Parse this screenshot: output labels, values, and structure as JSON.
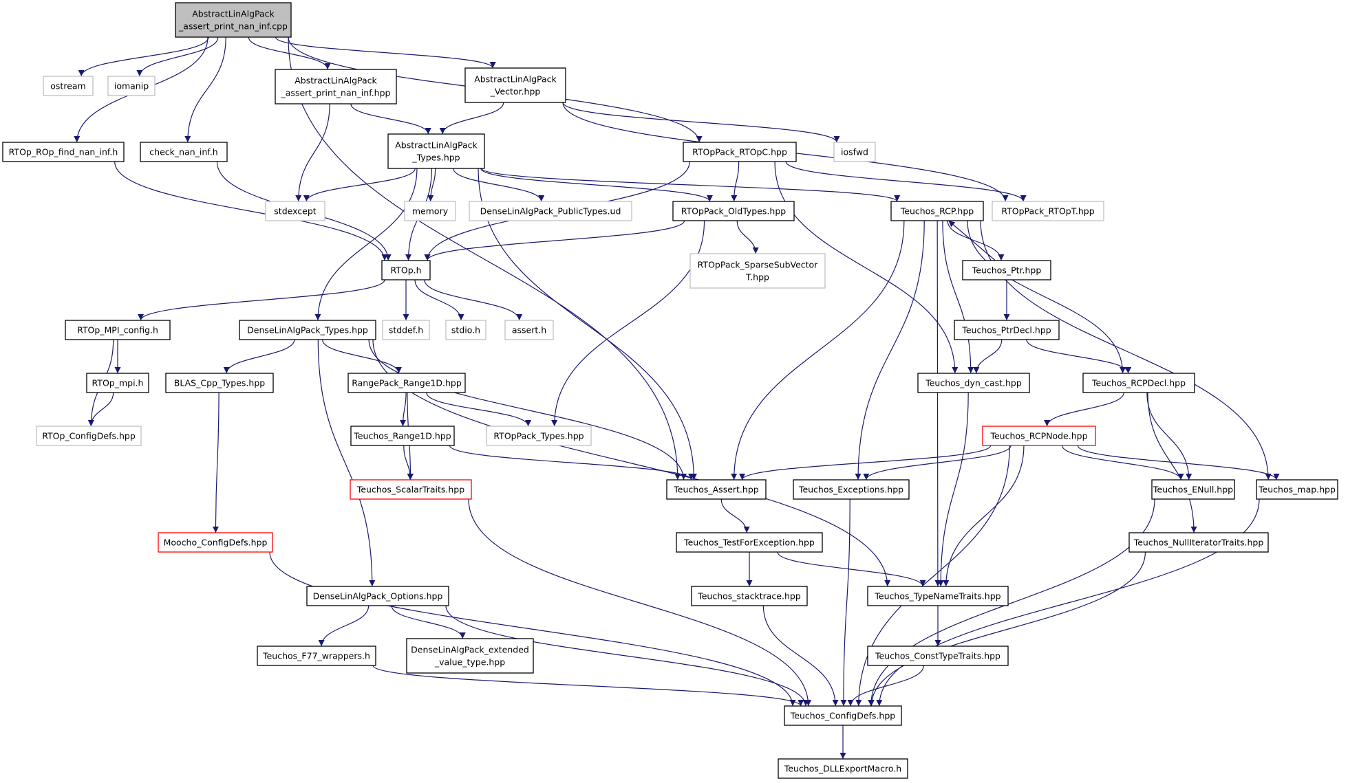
{
  "colors": {
    "edge": "#191970",
    "default_border": "#000000",
    "external_border": "#bfbfbf",
    "incomplete_border": "#ff0000",
    "root_fill": "#bfbfbf",
    "node_fill": "#ffffff"
  },
  "nodes": [
    {
      "id": "root",
      "lines": [
        "AbstractLinAlgPack",
        "_assert_print_nan_inf.cpp"
      ],
      "kind": "root"
    },
    {
      "id": "ostream",
      "lines": [
        "ostream"
      ],
      "kind": "external"
    },
    {
      "id": "iomanip",
      "lines": [
        "iomanip"
      ],
      "kind": "external"
    },
    {
      "id": "alap_assert_hpp",
      "lines": [
        "AbstractLinAlgPack",
        "_assert_print_nan_inf.hpp"
      ],
      "kind": "default"
    },
    {
      "id": "alap_vector",
      "lines": [
        "AbstractLinAlgPack",
        "_Vector.hpp"
      ],
      "kind": "default"
    },
    {
      "id": "rtop_find_nan_inf",
      "lines": [
        "RTOp_ROp_find_nan_inf.h"
      ],
      "kind": "default"
    },
    {
      "id": "check_nan_inf",
      "lines": [
        "check_nan_inf.h"
      ],
      "kind": "default"
    },
    {
      "id": "alap_types",
      "lines": [
        "AbstractLinAlgPack",
        "_Types.hpp"
      ],
      "kind": "default"
    },
    {
      "id": "rtoppack_rtopc",
      "lines": [
        "RTOpPack_RTOpC.hpp"
      ],
      "kind": "default"
    },
    {
      "id": "iosfwd",
      "lines": [
        "iosfwd"
      ],
      "kind": "external"
    },
    {
      "id": "stdexcept",
      "lines": [
        "stdexcept"
      ],
      "kind": "external"
    },
    {
      "id": "memory",
      "lines": [
        "memory"
      ],
      "kind": "external"
    },
    {
      "id": "dlap_publictypes",
      "lines": [
        "DenseLinAlgPack_PublicTypes.ud"
      ],
      "kind": "external"
    },
    {
      "id": "rtoppack_oldtypes",
      "lines": [
        "RTOpPack_OldTypes.hpp"
      ],
      "kind": "default"
    },
    {
      "id": "teuchos_rcp",
      "lines": [
        "Teuchos_RCP.hpp"
      ],
      "kind": "default"
    },
    {
      "id": "rtoppack_rtopt",
      "lines": [
        "RTOpPack_RTOpT.hpp"
      ],
      "kind": "external"
    },
    {
      "id": "rtop_h",
      "lines": [
        "RTOp.h"
      ],
      "kind": "default"
    },
    {
      "id": "rtoppack_sparse",
      "lines": [
        "RTOpPack_SparseSubVector",
        "T.hpp"
      ],
      "kind": "external"
    },
    {
      "id": "teuchos_ptr",
      "lines": [
        "Teuchos_Ptr.hpp"
      ],
      "kind": "default"
    },
    {
      "id": "rtop_mpi_config",
      "lines": [
        "RTOp_MPI_config.h"
      ],
      "kind": "default"
    },
    {
      "id": "dlap_types",
      "lines": [
        "DenseLinAlgPack_Types.hpp"
      ],
      "kind": "default"
    },
    {
      "id": "stddef",
      "lines": [
        "stddef.h"
      ],
      "kind": "external"
    },
    {
      "id": "stdio",
      "lines": [
        "stdio.h"
      ],
      "kind": "external"
    },
    {
      "id": "assert_h",
      "lines": [
        "assert.h"
      ],
      "kind": "external"
    },
    {
      "id": "teuchos_ptrdecl",
      "lines": [
        "Teuchos_PtrDecl.hpp"
      ],
      "kind": "default"
    },
    {
      "id": "rtop_mpi",
      "lines": [
        "RTOp_mpi.h"
      ],
      "kind": "default"
    },
    {
      "id": "blas_cpp_types",
      "lines": [
        "BLAS_Cpp_Types.hpp"
      ],
      "kind": "default"
    },
    {
      "id": "rangepack_range1d",
      "lines": [
        "RangePack_Range1D.hpp"
      ],
      "kind": "default"
    },
    {
      "id": "teuchos_dyn_cast",
      "lines": [
        "Teuchos_dyn_cast.hpp"
      ],
      "kind": "default"
    },
    {
      "id": "teuchos_rcpdecl",
      "lines": [
        "Teuchos_RCPDecl.hpp"
      ],
      "kind": "default"
    },
    {
      "id": "rtop_configdefs",
      "lines": [
        "RTOp_ConfigDefs.hpp"
      ],
      "kind": "external"
    },
    {
      "id": "teuchos_range1d",
      "lines": [
        "Teuchos_Range1D.hpp"
      ],
      "kind": "default"
    },
    {
      "id": "rtoppack_types",
      "lines": [
        "RTOpPack_Types.hpp"
      ],
      "kind": "external"
    },
    {
      "id": "teuchos_rcpnode",
      "lines": [
        "Teuchos_RCPNode.hpp"
      ],
      "kind": "incomplete"
    },
    {
      "id": "teuchos_scalartraits",
      "lines": [
        "Teuchos_ScalarTraits.hpp"
      ],
      "kind": "incomplete"
    },
    {
      "id": "teuchos_assert",
      "lines": [
        "Teuchos_Assert.hpp"
      ],
      "kind": "default"
    },
    {
      "id": "teuchos_exceptions",
      "lines": [
        "Teuchos_Exceptions.hpp"
      ],
      "kind": "default"
    },
    {
      "id": "teuchos_enull",
      "lines": [
        "Teuchos_ENull.hpp"
      ],
      "kind": "default"
    },
    {
      "id": "teuchos_map",
      "lines": [
        "Teuchos_map.hpp"
      ],
      "kind": "default"
    },
    {
      "id": "moocho_configdefs",
      "lines": [
        "Moocho_ConfigDefs.hpp"
      ],
      "kind": "incomplete"
    },
    {
      "id": "teuchos_testforexception",
      "lines": [
        "Teuchos_TestForException.hpp"
      ],
      "kind": "default"
    },
    {
      "id": "teuchos_nulliteratortraits",
      "lines": [
        "Teuchos_NullIteratorTraits.hpp"
      ],
      "kind": "default"
    },
    {
      "id": "dlap_options",
      "lines": [
        "DenseLinAlgPack_Options.hpp"
      ],
      "kind": "default"
    },
    {
      "id": "teuchos_stacktrace",
      "lines": [
        "Teuchos_stacktrace.hpp"
      ],
      "kind": "default"
    },
    {
      "id": "teuchos_typenametraits",
      "lines": [
        "Teuchos_TypeNameTraits.hpp"
      ],
      "kind": "default"
    },
    {
      "id": "teuchos_f77_wrappers",
      "lines": [
        "Teuchos_F77_wrappers.h"
      ],
      "kind": "default"
    },
    {
      "id": "dlap_extended_value_type",
      "lines": [
        "DenseLinAlgPack_extended",
        "_value_type.hpp"
      ],
      "kind": "default"
    },
    {
      "id": "teuchos_consttypetraits",
      "lines": [
        "Teuchos_ConstTypeTraits.hpp"
      ],
      "kind": "default"
    },
    {
      "id": "teuchos_configdefs",
      "lines": [
        "Teuchos_ConfigDefs.hpp"
      ],
      "kind": "default"
    },
    {
      "id": "teuchos_dllexportmacro",
      "lines": [
        "Teuchos_DLLExportMacro.h"
      ],
      "kind": "default"
    }
  ],
  "edges": [
    [
      "root",
      "ostream"
    ],
    [
      "root",
      "iomanip"
    ],
    [
      "root",
      "alap_assert_hpp"
    ],
    [
      "root",
      "alap_vector"
    ],
    [
      "root",
      "rtop_find_nan_inf"
    ],
    [
      "root",
      "check_nan_inf"
    ],
    [
      "root",
      "teuchos_assert"
    ],
    [
      "root",
      "rtoppack_rtopc"
    ],
    [
      "alap_assert_hpp",
      "stdexcept"
    ],
    [
      "alap_assert_hpp",
      "alap_types"
    ],
    [
      "alap_vector",
      "alap_types"
    ],
    [
      "alap_vector",
      "iosfwd"
    ],
    [
      "alap_vector",
      "rtoppack_rtopt"
    ],
    [
      "rtop_find_nan_inf",
      "rtop_h"
    ],
    [
      "check_nan_inf",
      "rtop_h"
    ],
    [
      "alap_types",
      "stdexcept"
    ],
    [
      "alap_types",
      "memory"
    ],
    [
      "alap_types",
      "dlap_publictypes"
    ],
    [
      "alap_types",
      "rtoppack_oldtypes"
    ],
    [
      "alap_types",
      "teuchos_rcp"
    ],
    [
      "alap_types",
      "rtop_h"
    ],
    [
      "alap_types",
      "dlap_types"
    ],
    [
      "alap_types",
      "teuchos_assert"
    ],
    [
      "rtoppack_rtopc",
      "rtoppack_oldtypes"
    ],
    [
      "rtoppack_rtopc",
      "rtoppack_rtopt"
    ],
    [
      "rtoppack_rtopc",
      "rtop_h"
    ],
    [
      "rtoppack_rtopc",
      "teuchos_dyn_cast"
    ],
    [
      "rtoppack_oldtypes",
      "rtop_h"
    ],
    [
      "rtoppack_oldtypes",
      "rtoppack_sparse"
    ],
    [
      "rtoppack_oldtypes",
      "rtoppack_types"
    ],
    [
      "teuchos_rcp",
      "teuchos_ptr"
    ],
    [
      "teuchos_rcp",
      "teuchos_dyn_cast"
    ],
    [
      "teuchos_rcp",
      "teuchos_rcpdecl"
    ],
    [
      "teuchos_rcp",
      "teuchos_assert"
    ],
    [
      "teuchos_rcp",
      "teuchos_exceptions"
    ],
    [
      "teuchos_rcp",
      "teuchos_typenametraits"
    ],
    [
      "teuchos_rcp",
      "teuchos_map"
    ],
    [
      "teuchos_ptr",
      "teuchos_rcp"
    ],
    [
      "teuchos_ptr",
      "teuchos_ptrdecl"
    ],
    [
      "teuchos_ptrdecl",
      "teuchos_dyn_cast"
    ],
    [
      "teuchos_ptrdecl",
      "teuchos_rcpdecl"
    ],
    [
      "rtop_h",
      "rtop_mpi_config"
    ],
    [
      "rtop_h",
      "stddef"
    ],
    [
      "rtop_h",
      "stdio"
    ],
    [
      "rtop_h",
      "assert_h"
    ],
    [
      "rtop_mpi_config",
      "rtop_mpi"
    ],
    [
      "rtop_mpi_config",
      "rtop_configdefs"
    ],
    [
      "rtop_mpi",
      "rtop_configdefs"
    ],
    [
      "dlap_types",
      "blas_cpp_types"
    ],
    [
      "dlap_types",
      "rangepack_range1d"
    ],
    [
      "dlap_types",
      "dlap_options"
    ],
    [
      "dlap_types",
      "teuchos_assert"
    ],
    [
      "dlap_types",
      "teuchos_typenametraits"
    ],
    [
      "blas_cpp_types",
      "moocho_configdefs"
    ],
    [
      "rangepack_range1d",
      "teuchos_range1d"
    ],
    [
      "rangepack_range1d",
      "rtoppack_types"
    ],
    [
      "rangepack_range1d",
      "teuchos_scalartraits"
    ],
    [
      "teuchos_range1d",
      "teuchos_scalartraits"
    ],
    [
      "teuchos_range1d",
      "teuchos_assert"
    ],
    [
      "teuchos_dyn_cast",
      "teuchos_typenametraits"
    ],
    [
      "teuchos_rcpdecl",
      "teuchos_rcpnode"
    ],
    [
      "teuchos_rcpdecl",
      "teuchos_enull"
    ],
    [
      "teuchos_rcpdecl",
      "teuchos_nulliteratortraits"
    ],
    [
      "teuchos_rcpnode",
      "teuchos_assert"
    ],
    [
      "teuchos_rcpnode",
      "teuchos_exceptions"
    ],
    [
      "teuchos_rcpnode",
      "teuchos_enull"
    ],
    [
      "teuchos_rcpnode",
      "teuchos_map"
    ],
    [
      "teuchos_rcpnode",
      "teuchos_typenametraits"
    ],
    [
      "teuchos_rcpnode",
      "teuchos_configdefs"
    ],
    [
      "teuchos_scalartraits",
      "teuchos_configdefs"
    ],
    [
      "teuchos_assert",
      "teuchos_testforexception"
    ],
    [
      "teuchos_testforexception",
      "teuchos_stacktrace"
    ],
    [
      "teuchos_testforexception",
      "teuchos_typenametraits"
    ],
    [
      "teuchos_stacktrace",
      "teuchos_configdefs"
    ],
    [
      "teuchos_typenametraits",
      "teuchos_consttypetraits"
    ],
    [
      "teuchos_consttypetraits",
      "teuchos_configdefs"
    ],
    [
      "teuchos_exceptions",
      "teuchos_configdefs"
    ],
    [
      "teuchos_enull",
      "teuchos_configdefs"
    ],
    [
      "teuchos_map",
      "teuchos_configdefs"
    ],
    [
      "teuchos_nulliteratortraits",
      "teuchos_configdefs"
    ],
    [
      "moocho_configdefs",
      "teuchos_configdefs"
    ],
    [
      "dlap_options",
      "teuchos_f77_wrappers"
    ],
    [
      "dlap_options",
      "dlap_extended_value_type"
    ],
    [
      "dlap_options",
      "teuchos_configdefs"
    ],
    [
      "teuchos_f77_wrappers",
      "teuchos_configdefs"
    ],
    [
      "teuchos_configdefs",
      "teuchos_dllexportmacro"
    ]
  ]
}
